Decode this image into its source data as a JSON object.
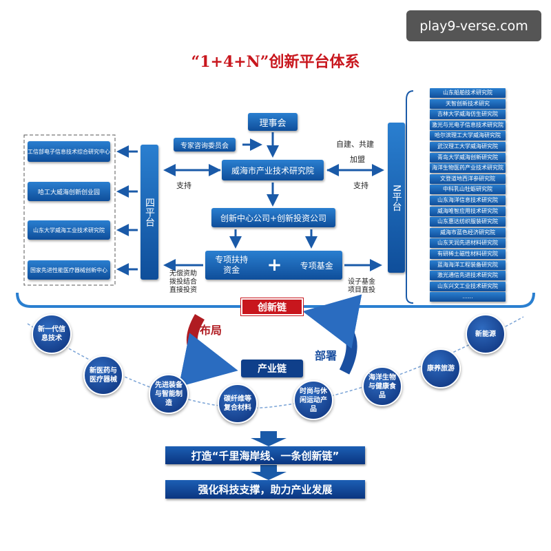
{
  "watermark": "play9-verse.com",
  "title": "“1+4+N”创新平台体系",
  "center": {
    "council": "理事会",
    "expert": "专家咨询委员会",
    "institute": "威海市产业技术研究院",
    "companies": "创新中心公司+创新投资公司",
    "fund_left": "专项扶持资金",
    "plus": "+",
    "fund_right": "专项基金"
  },
  "labels": {
    "support_left": "支持",
    "build": "自建、共建",
    "join": "加盟",
    "support_right": "支持",
    "left_funding": [
      "无偿资助",
      "拨投结合",
      "直接投资"
    ],
    "right_funding": [
      "设子基金",
      "项目直投"
    ]
  },
  "four_platform": {
    "label": "四平台",
    "items": [
      "工信部电子信息技术综合研究中心",
      "哈工大威海创新创业园",
      "山东大学威海工业技术研究院",
      "国家先进性能医疗器械创新中心"
    ]
  },
  "n_platform": {
    "label": "N平台",
    "items": [
      "山东船舶技术研究院",
      "天智创新技术研究",
      "吉林大学威海仿生研究院",
      "激光与光电子信息技术研究院",
      "哈尔滨理工大学威海研究院",
      "武汉理工大学威海研究院",
      "青岛大学威海创新研究院",
      "海洋生物医药产业技术研究院",
      "文登道地西洋参研究院",
      "中科乳山牡蛎研究院",
      "山东海洋信息技术研究院",
      "威海唯智应用技术研究院",
      "山东惠达纺织服装研究院",
      "威海市蓝色经济研究院",
      "山东天润先进材料研究院",
      "有研稀土磁性材料研究院",
      "蓝海海洋工程装备研究院",
      "激光通信先进技术研究院",
      "山东兴文工业技术研究院",
      "......"
    ]
  },
  "chains": {
    "innovation": "创新链",
    "layout": "布局",
    "deploy": "部署",
    "industry": "产业链"
  },
  "industries": [
    "新一代信息技术",
    "新医药与医疗器械",
    "先进装备与智能制造",
    "碳纤维等复合材料",
    "时尚与休闲运动产品",
    "海洋生物与健康食品",
    "康养旅游",
    "新能源"
  ],
  "banners": [
    "打造“千里海岸线、一条创新链”",
    "强化科技支撑，助力产业发展"
  ],
  "colors": {
    "blue": "#0f4e9a",
    "red": "#c8161d"
  }
}
